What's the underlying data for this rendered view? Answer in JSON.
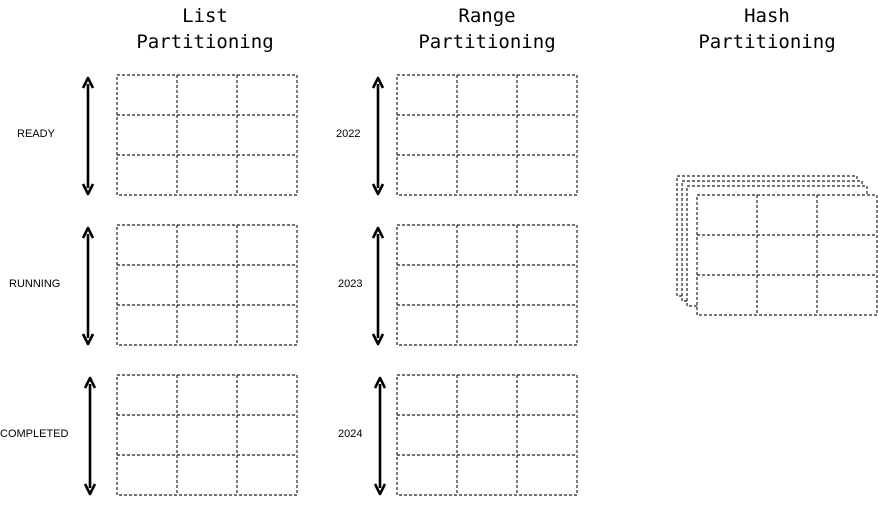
{
  "titles": {
    "list": "List\nPartitioning",
    "range": "Range\nPartitioning",
    "hash": "Hash\nPartitioning"
  },
  "list_partitions": [
    "READY",
    "RUNNING",
    "COMPLETED"
  ],
  "range_partitions": [
    "2022",
    "2023",
    "2024"
  ]
}
